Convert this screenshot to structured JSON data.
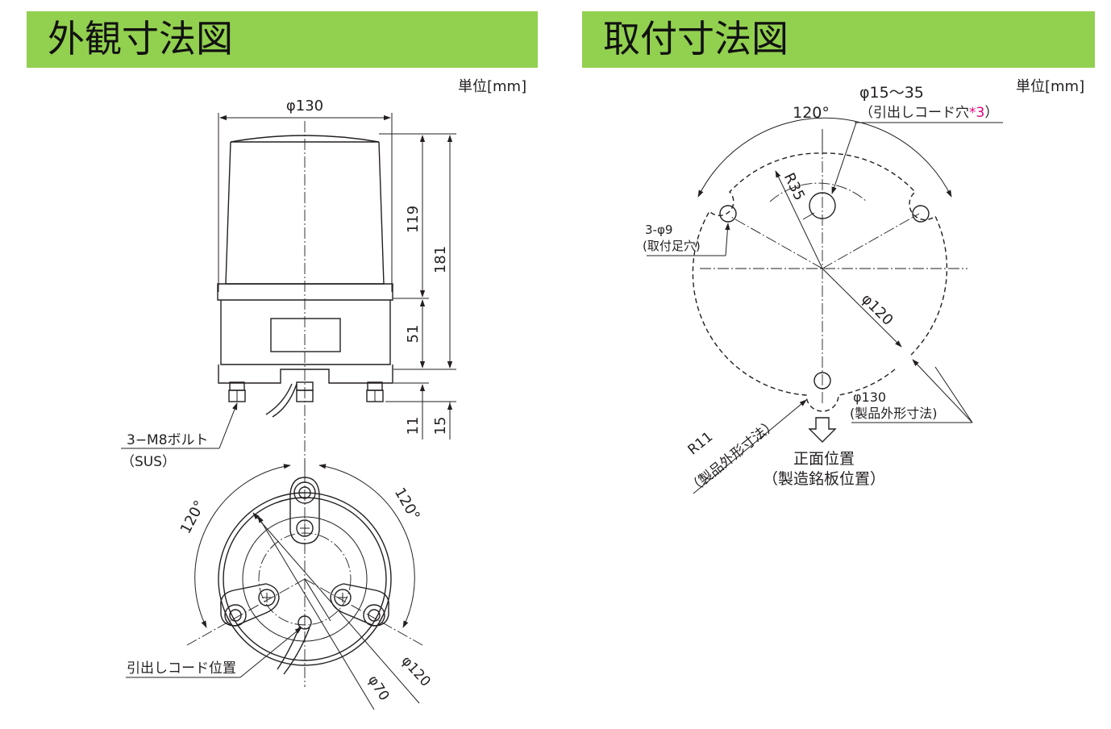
{
  "headers": {
    "left": "外観寸法図",
    "right": "取付寸法図"
  },
  "units": {
    "left": "単位[mm]",
    "right": "単位[mm]"
  },
  "colors": {
    "header_bg": "#92d050",
    "line": "#231f20",
    "note_mark": "#e6007e"
  },
  "exterior": {
    "dim_width": "φ130",
    "dim_dome": "119",
    "dim_total": "181",
    "dim_base": "51",
    "dim_bottom": "11",
    "dim_bolt": "15",
    "bolt_label": "3−M8ボルト",
    "bolt_material": "（SUS）",
    "angle_left": "120°",
    "angle_right": "120°",
    "dim_inner": "φ70",
    "dim_pcd": "φ120",
    "cord_position": "引出しコード位置"
  },
  "mounting": {
    "angle_top": "120°",
    "cord_hole_dim": "φ15〜35",
    "cord_hole_label": "（引出しコード穴",
    "cord_hole_note": "*3",
    "cord_hole_close": "）",
    "radius_hole": "R35",
    "foot_hole_dim": "3-φ9",
    "foot_hole_label": "(取付足穴)",
    "pcd": "φ120",
    "outer_dim": "φ130",
    "outer_label": "(製品外形寸法)",
    "radius_notch": "R11",
    "radius_notch_label": "（製品外形寸法）",
    "front_label": "正面位置",
    "front_sub": "（製造銘板位置）"
  }
}
